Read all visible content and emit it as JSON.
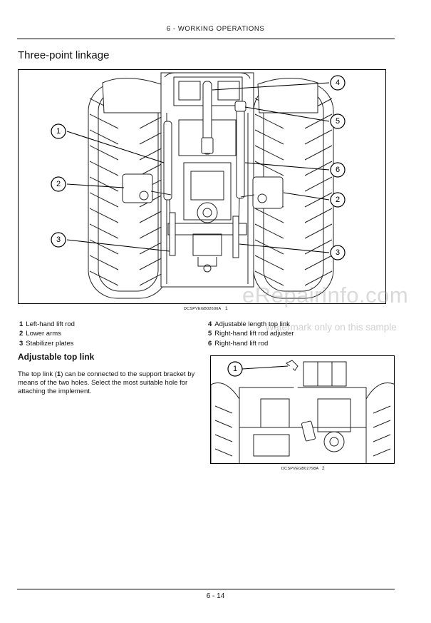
{
  "header": {
    "title": "6 - WORKING OPERATIONS"
  },
  "section": {
    "title": "Three-point linkage"
  },
  "figure1": {
    "ref_code": "DCSPVEGB02696A",
    "number": "1",
    "callouts": [
      "1",
      "2",
      "3",
      "4",
      "5",
      "6",
      "2",
      "3"
    ]
  },
  "legend": {
    "left": [
      {
        "num": "1",
        "label": "Left-hand lift rod"
      },
      {
        "num": "2",
        "label": "Lower arms"
      },
      {
        "num": "3",
        "label": "Stabilizer plates"
      }
    ],
    "right": [
      {
        "num": "4",
        "label": "Adjustable length top link"
      },
      {
        "num": "5",
        "label": "Right-hand lift rod adjuster"
      },
      {
        "num": "6",
        "label": "Right-hand lift rod"
      }
    ]
  },
  "subsection": {
    "title": "Adjustable top link",
    "body_pre": "The top link (",
    "body_bold": "1",
    "body_post": ") can be connected to the support bracket by means of the two holes. Select the most suitable hole for attaching the implement."
  },
  "figure2": {
    "ref_code": "DCSPVEGB02798A",
    "number": "2",
    "callouts": [
      "1"
    ]
  },
  "watermark": {
    "logo": "eRepairinfo.com",
    "text": "Watermark only on this sample"
  },
  "footer": {
    "page": "6 - 14"
  }
}
